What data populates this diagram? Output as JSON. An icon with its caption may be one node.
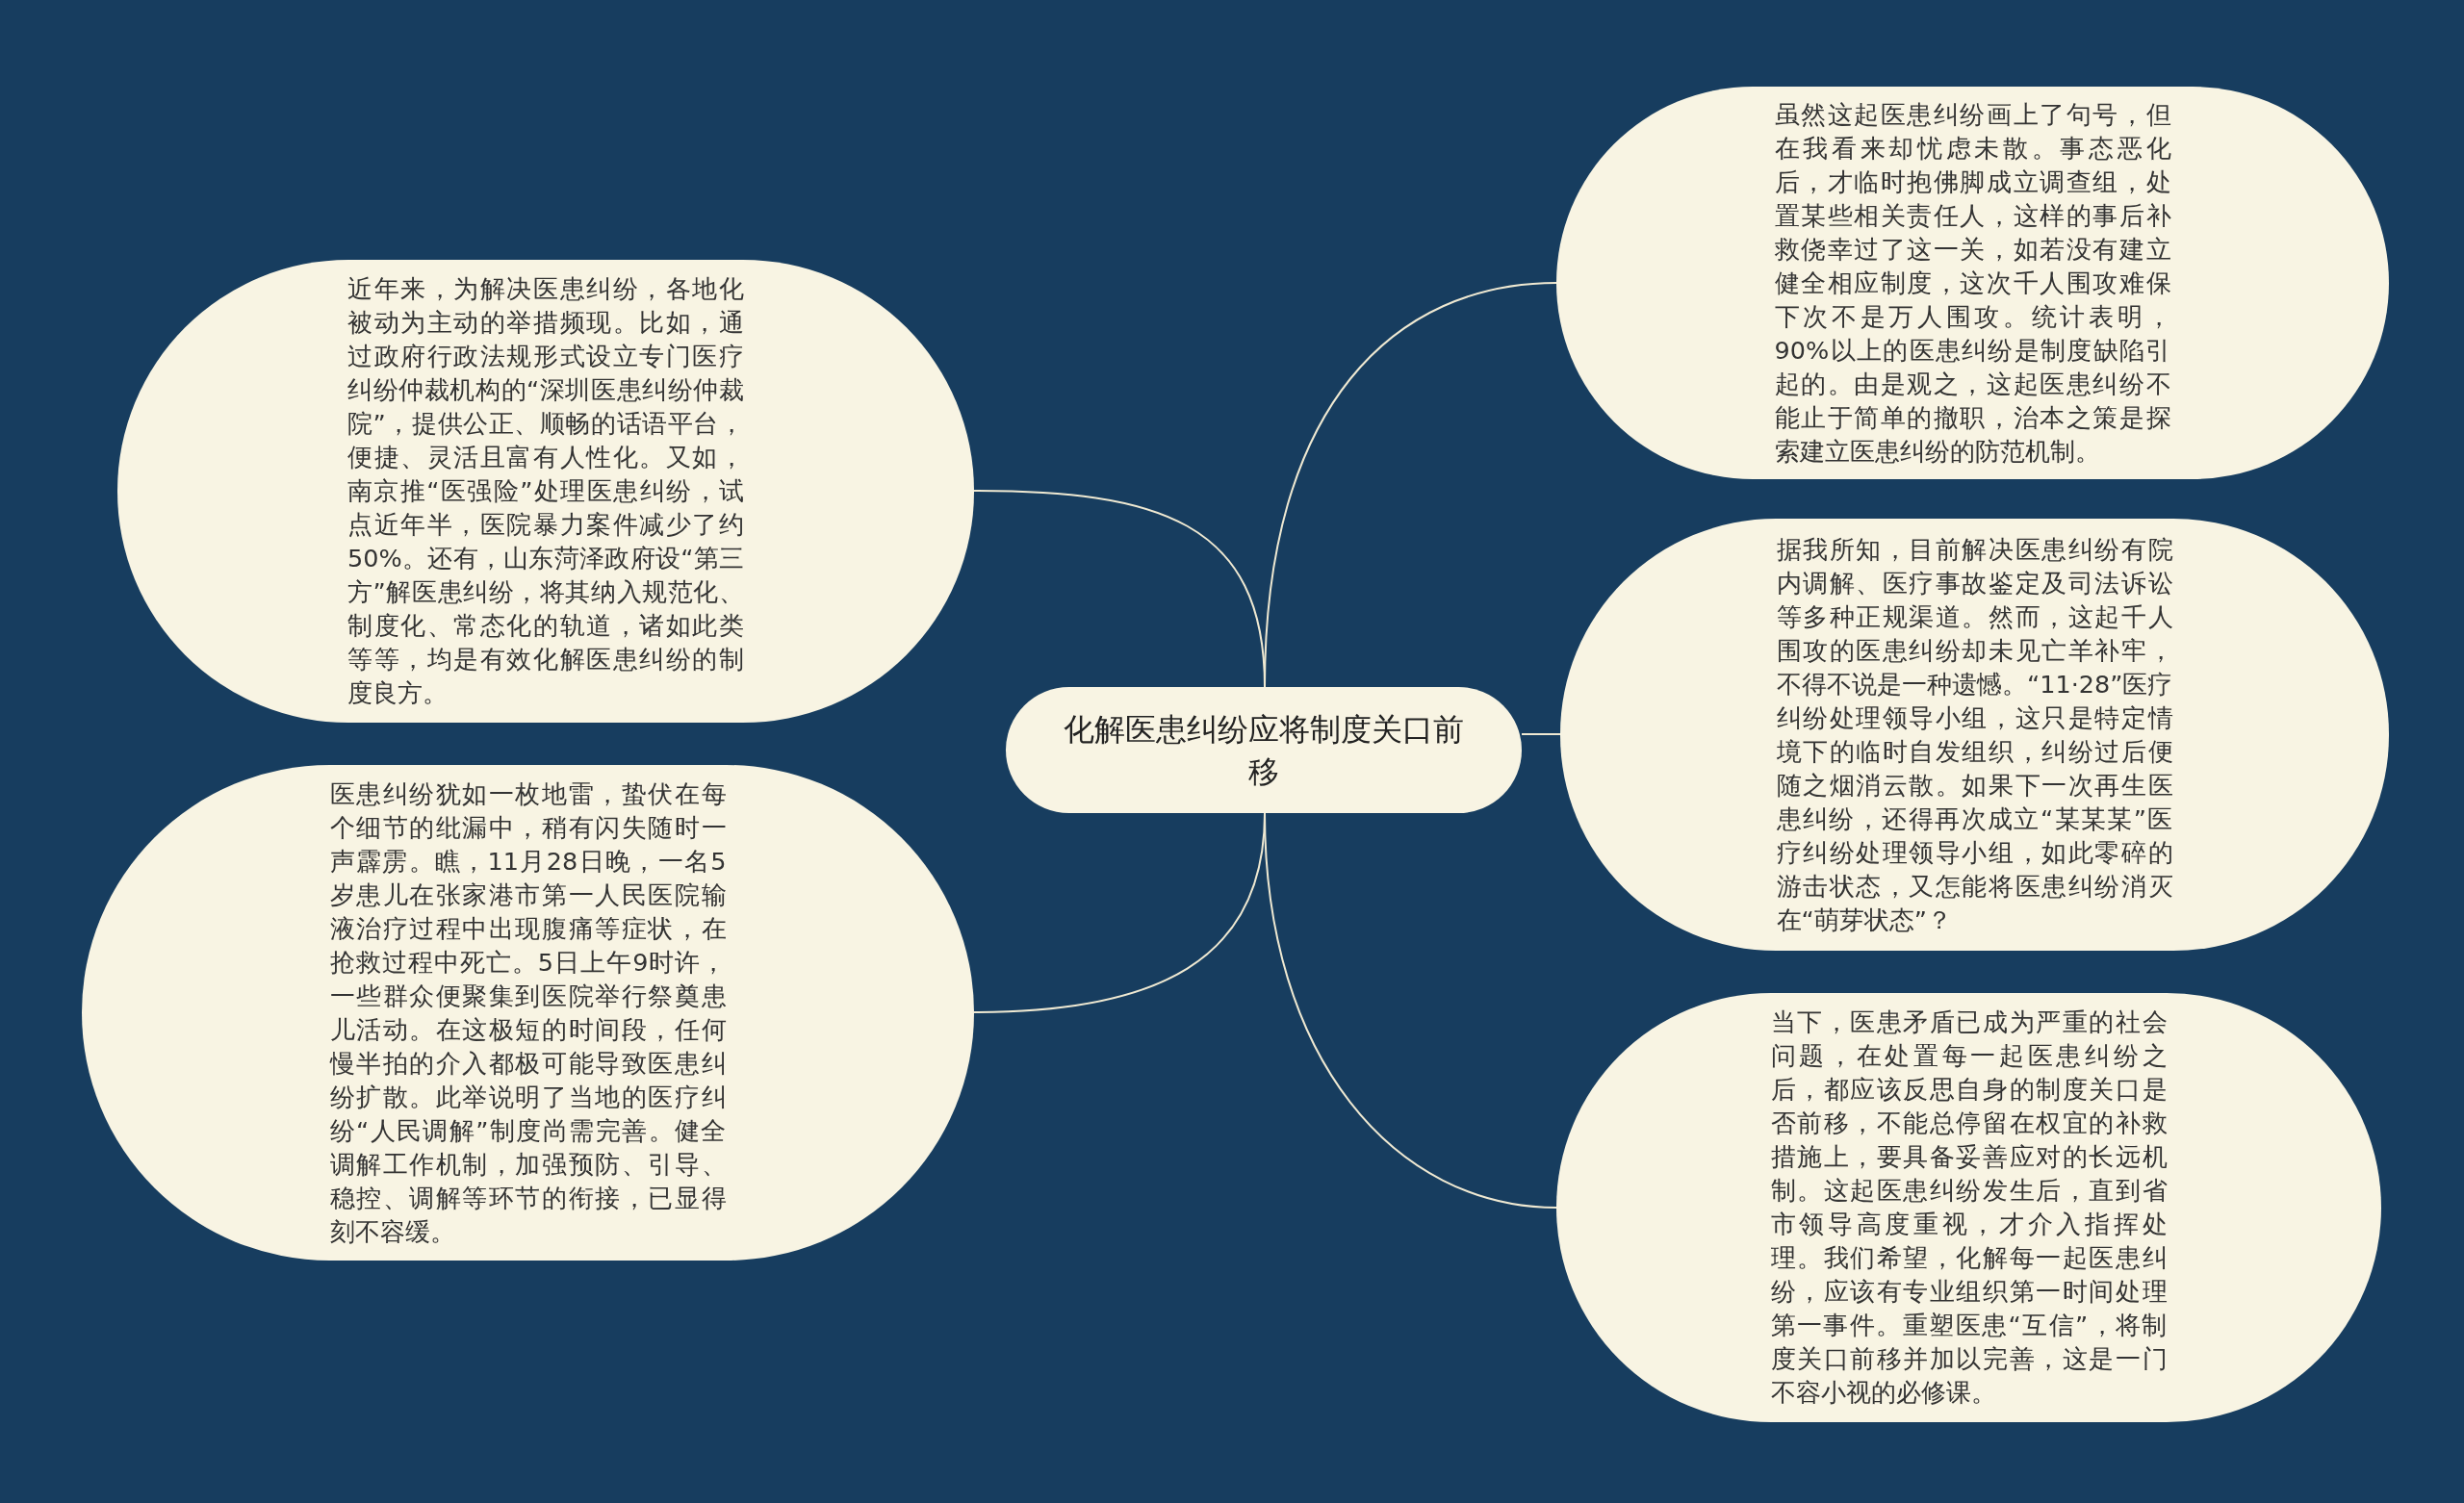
{
  "diagram": {
    "nodes": [
      {
        "text": [
          "化解医患纠纷应将制度关口前移"
        ]
      },
      {
        "text": [
          "近年来，为解决医患纠纷，各地化被动为主动的举措频现。比如，通过政府行政法规形式设立专门医疗纠纷仲裁机构的“深圳医患纠纷仲裁院”，提供公正、顺畅的话语平台，便捷、灵活且富有人性化。又如，南京推“医强险”处理医患纠纷，试点近年半，医院暴力案件减少了约50%。还有，山东菏泽政府设“第三方”解医患纠纷，将其纳入规范化、制度化、常态化的轨道，诸如此类等等，均是有效化解医患纠纷的制度良方。"
        ]
      },
      {
        "text": [
          "医患纠纷犹如一枚地雷，蛰伏在每个细节的纰漏中，稍有闪失随时一声霹雳。瞧，11月28日晚，一名5岁患儿在张家港市第一人民医院输液治疗过程中出现腹痛等症状，在抢救过程中死亡。5日上午9时许，一些群众便聚集到医院举行祭奠患儿活动。在这极短的时间段，任何慢半拍的介入都极可能导致医患纠纷扩散。此举说明了当地的医疗纠纷“人民调解”制度尚需完善。健全调解工作机制，加强预防、引导、稳控、调解等环节的衔接，已显得刻不容缓。"
        ]
      },
      {
        "text": [
          "虽然这起医患纠纷画上了句号，但在我看来却忧虑未散。事态恶化后，才临时抱佛脚成立调查组，处置某些相关责任人，这样的事后补救侥幸过了这一关，如若没有建立健全相应制度，这次千人围攻难保下次不是万人围攻。统计表明，90%以上的医患纠纷是制度缺陷引起的。由是观之，这起医患纠纷不能止于简单的撤职，治本之策是探索建立医患纠纷的防范机制。"
        ]
      },
      {
        "text": [
          "据我所知，目前解决医患纠纷有院内调解、医疗事故鉴定及司法诉讼等多种正规渠道。然而，这起千人围攻的医患纠纷却未见亡羊补牢，不得不说是一种遗憾。“11·28”医疗纠纷处理领导小组，这只是特定情境下的临时自发组织，纠纷过后便随之烟消云散。如果下一次再生医患纠纷，还得再次成立“某某某”医疗纠纷处理领导小组，如此零碎的游击状态，又怎能将医患纠纷消灭在“萌芽状态”？"
        ]
      },
      {
        "text": [
          "当下，医患矛盾已成为严重的社会问题，在处置每一起医患纠纷之后，都应该反思自身的制度关口是否前移，不能总停留在权宜的补救措施上，要具备妥善应对的长远机制。这起医患纠纷发生后，直到省市领导高度重视，才介入指挥处理。我们希望，化解每一起医患纠纷，应该有专业组织第一时间处理第一事件。重塑医患“互信”，将制度关口前移并加以完善，这是一门不容小视的必修课。"
        ]
      }
    ],
    "edges": [
      {
        "from": 0,
        "to": 1,
        "arrow": "none"
      },
      {
        "from": 0,
        "to": 2,
        "arrow": "none"
      },
      {
        "from": 0,
        "to": 3,
        "arrow": "none"
      },
      {
        "from": 0,
        "to": 4,
        "arrow": "none"
      },
      {
        "from": 0,
        "to": 5,
        "arrow": "none"
      }
    ]
  }
}
